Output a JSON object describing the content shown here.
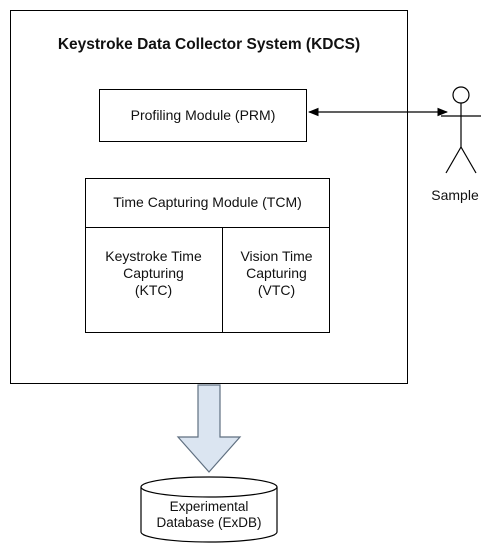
{
  "system": {
    "title": "Keystroke Data Collector System (KDCS)"
  },
  "profiling_module": {
    "label": "Profiling Module (PRM)"
  },
  "time_capturing_module": {
    "label": "Time Capturing Module (TCM)",
    "keystroke": [
      "Keystroke Time",
      "Capturing",
      "(KTC)"
    ],
    "vision": [
      "Vision Time",
      "Capturing",
      "(VTC)"
    ]
  },
  "actor": {
    "label": "Sample"
  },
  "database": {
    "lines": [
      "Experimental",
      "Database (ExDB)"
    ]
  },
  "colors": {
    "arrow_fill": "#dbe5f1",
    "arrow_stroke": "#5f6f80",
    "stroke": "#000000"
  }
}
